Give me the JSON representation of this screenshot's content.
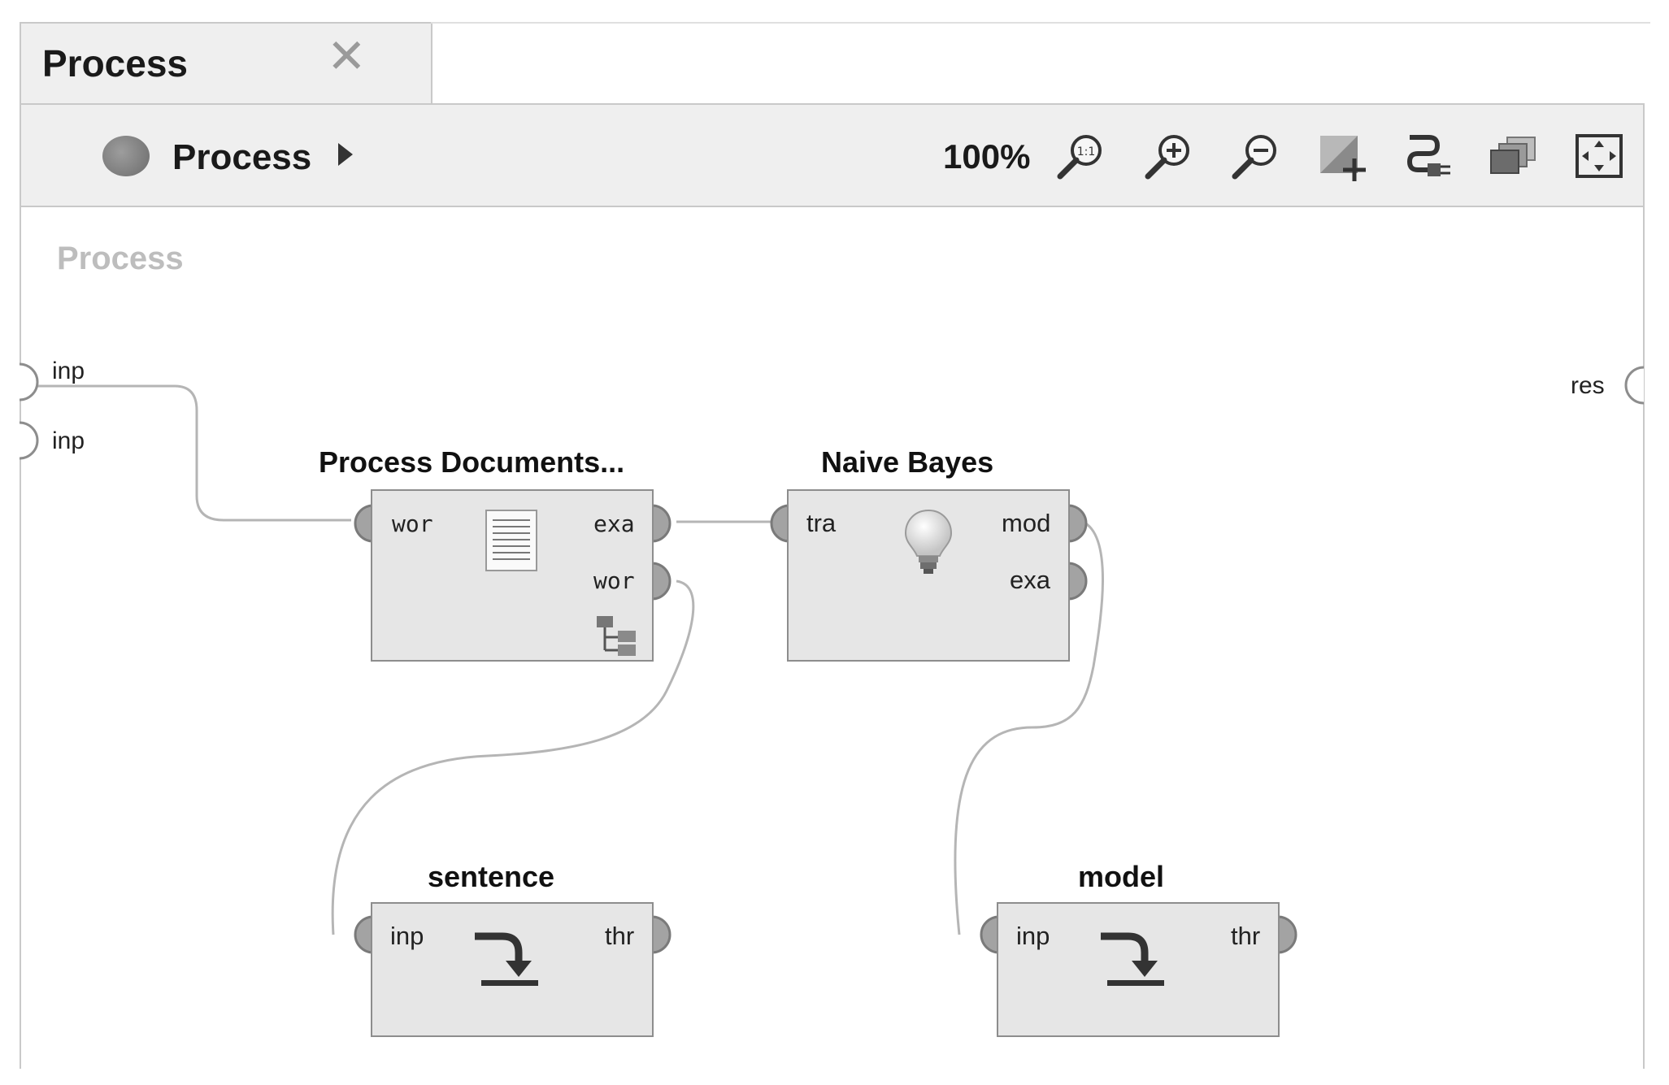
{
  "tab": {
    "title": "Process"
  },
  "toolbar": {
    "breadcrumb": "Process",
    "zoom": "100%",
    "icons": [
      "zoom-reset-icon",
      "zoom-in-icon",
      "zoom-out-icon",
      "add-note-icon",
      "auto-wire-icon",
      "layers-icon",
      "fit-to-window-icon"
    ]
  },
  "canvas": {
    "label": "Process",
    "inputs": [
      "inp",
      "inp"
    ],
    "outputs": [
      "res"
    ]
  },
  "operators": [
    {
      "title": "Process Documents...",
      "in_ports": [
        "wor"
      ],
      "out_ports": [
        "exa",
        "wor"
      ],
      "icon": "document-icon"
    },
    {
      "title": "Naive Bayes",
      "in_ports": [
        "tra"
      ],
      "out_ports": [
        "mod",
        "exa"
      ],
      "icon": "lightbulb-icon"
    },
    {
      "title": "sentence",
      "in_ports": [
        "inp"
      ],
      "out_ports": [
        "thr"
      ],
      "icon": "store-arrow-icon"
    },
    {
      "title": "model",
      "in_ports": [
        "inp"
      ],
      "out_ports": [
        "thr"
      ],
      "icon": "store-arrow-icon"
    }
  ],
  "colors": {
    "panel": "#efefef",
    "operator": "#e6e6e6",
    "wire": "#b5b5b5",
    "port": "#9a9a9a"
  }
}
